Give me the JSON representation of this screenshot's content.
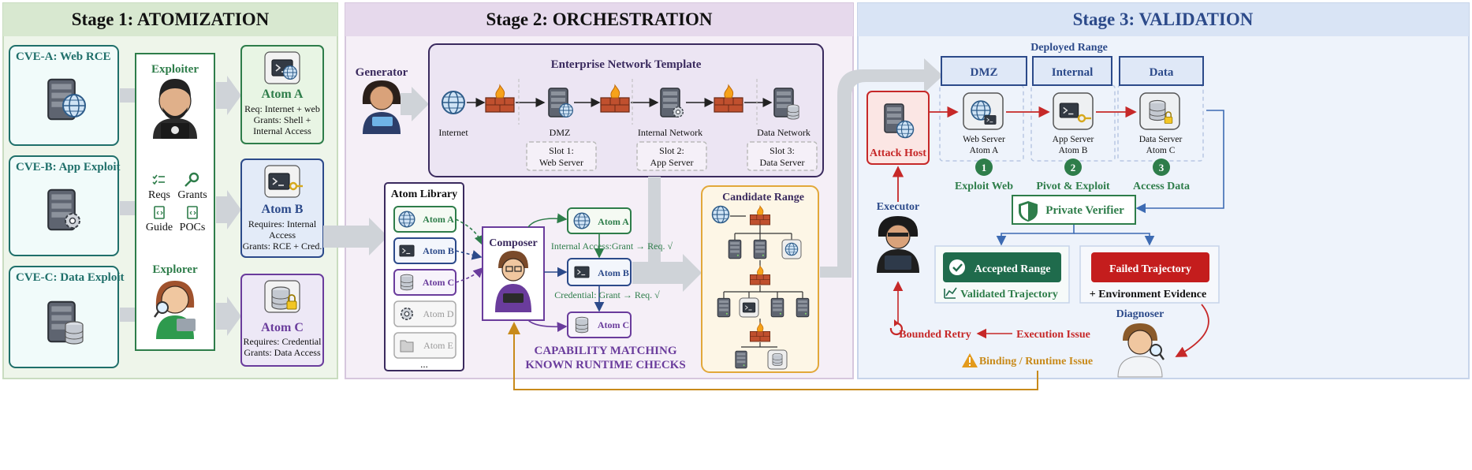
{
  "stage1": {
    "title": "Stage 1: ATOMIZATION",
    "cves": [
      "CVE-A: Web RCE",
      "CVE-B: App Exploit",
      "CVE-C: Data Exploit"
    ],
    "exploiter": "Exploiter",
    "explorer": "Explorer",
    "artifacts": [
      "Reqs",
      "Grants",
      "Guide",
      "POCs"
    ],
    "atom_a": {
      "name": "Atom A",
      "line1": "Req: Internet + web",
      "line2": "Grants: Shell +",
      "line3": "Internal Access"
    },
    "atom_b": {
      "name": "Atom B",
      "line1": "Requires: Internal",
      "line2": "Access",
      "line3": "Grants: RCE + Cred."
    },
    "atom_c": {
      "name": "Atom C",
      "line1": "Requires: Credential",
      "line2": "Grants: Data Access"
    }
  },
  "stage2": {
    "title": "Stage 2: ORCHESTRATION",
    "generator": "Generator",
    "template_title": "Enterprise Network Template",
    "nodes": [
      "Internet",
      "DMZ",
      "Internal Network",
      "Data Network"
    ],
    "slots": [
      {
        "line1": "Slot 1:",
        "line2": "Web Server"
      },
      {
        "line1": "Slot 2:",
        "line2": "App Server"
      },
      {
        "line1": "Slot 3:",
        "line2": "Data Server"
      }
    ],
    "library_title": "Atom Library",
    "library_items": [
      "Atom A",
      "Atom B",
      "Atom C",
      "Atom D",
      "Atom E",
      "..."
    ],
    "composer": "Composer",
    "composed": [
      "Atom A",
      "Atom B",
      "Atom C"
    ],
    "match1": "Internal Access:Grant → Req. √",
    "match2": "Credential: Grant → Req. √",
    "caption1": "CAPABILITY MATCHING",
    "caption2": "KNOWN RUNTIME CHECKS",
    "candidate_title": "Candidate Range"
  },
  "stage3": {
    "title": "Stage 3: VALIDATION",
    "deployed": "Deployed Range",
    "zones": [
      "DMZ",
      "Internal",
      "Data"
    ],
    "attack_host": "Attack Host",
    "servers": [
      {
        "line1": "Web Server",
        "line2": "Atom A"
      },
      {
        "line1": "App Server",
        "line2": "Atom B"
      },
      {
        "line1": "Data Server",
        "line2": "Atom C"
      }
    ],
    "steps": [
      {
        "num": "1",
        "label": "Exploit Web"
      },
      {
        "num": "2",
        "label": "Pivot & Exploit"
      },
      {
        "num": "3",
        "label": "Access Data"
      }
    ],
    "executor": "Executor",
    "verifier": "Private Verifier",
    "accepted": "Accepted Range",
    "validated": "Validated Trajectory",
    "failed": "Failed Trajectory",
    "evidence": "+ Environment Evidence",
    "diagnoser": "Diagnoser",
    "retry": "Bounded Retry",
    "exec_issue": "Execution Issue",
    "binding_issue": "Binding / Runtime Issue"
  },
  "colors": {
    "green": "#2e7d4a",
    "teal": "#1f6f6a",
    "blue": "#2c4a8a",
    "purple": "#6a3c9c",
    "red": "#c62828",
    "orange": "#c88a1a",
    "stage1_bg": "#eef5ea",
    "stage2_bg": "#f5eff7",
    "stage3_bg": "#eef3fb"
  }
}
